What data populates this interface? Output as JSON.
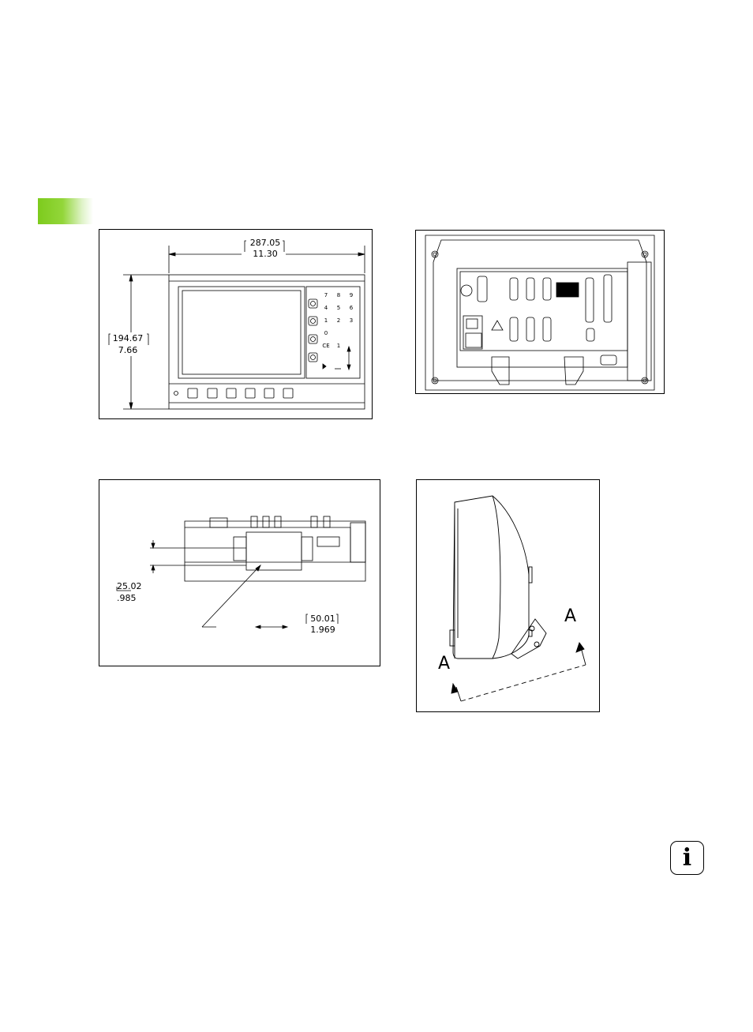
{
  "colors": {
    "tab_accent": "#7dcb1d",
    "line": "#000000"
  },
  "front_view": {
    "width_mm": "287.05",
    "width_in": "11.30",
    "height_mm": "194.67",
    "height_in": "7.66",
    "keys": [
      "7",
      "8",
      "9",
      "4",
      "5",
      "6",
      "1",
      "2",
      "3",
      "0",
      "CE",
      "1"
    ]
  },
  "bottom_view": {
    "depth_mm": "25.02",
    "depth_in": ".985",
    "offset_mm": "50.01",
    "offset_in": "1.969"
  },
  "side_view": {
    "section_left": "A",
    "section_right": "A"
  },
  "icons": {
    "info": "info-icon",
    "info_glyph": "i"
  }
}
